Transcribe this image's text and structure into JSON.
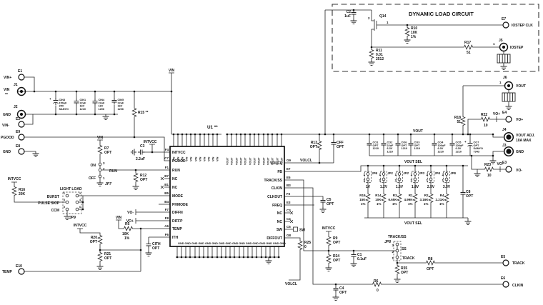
{
  "dyn": {
    "title": "DYNAMIC LOAD CIRCUIT",
    "c2": "C2",
    "c2v": "1uF",
    "q14": "Q14",
    "p1": "1",
    "p2": "2",
    "r10": "R10",
    "r10v": "10K",
    "r11": "R11",
    "r11v": "0.01",
    "r11s": "2512",
    "r17": "R17",
    "r17v": "51",
    "e7": "E7",
    "e7l": "IOSTEP CLK",
    "j5": "J5",
    "j5l": "IOSTEP"
  },
  "in": {
    "e1": "E1",
    "e1l": "VIN+",
    "j1": "J1",
    "j1l": "VIN",
    "note": "**",
    "j2": "J2",
    "j2l": "GND",
    "e2": "E2",
    "e2l": "VIN-",
    "e9": "E9",
    "e9l": "PGOOD",
    "e8": "E8",
    "e8l": "GND",
    "plus": "+",
    "cin3": [
      "CIN3",
      "150uF",
      "25V",
      "SANYO"
    ],
    "cin1": [
      "CIN1",
      "22uF",
      "16V",
      "1210"
    ],
    "cin4": [
      "CIN4",
      "22uF",
      "16V",
      "1206"
    ],
    "cin5": [
      "CIN5",
      "22uF",
      "16V",
      "1206"
    ],
    "r15": "R15 **"
  },
  "net": {
    "vin": "VIN",
    "intvcc": "INTVCC",
    "vout": "VOUT",
    "voutsel": "VOUT SEL",
    "volcl": "VOLCL",
    "vop": "VO+",
    "von": "VO-"
  },
  "c": {
    "opt": "OPT",
    "pct": "1%",
    "n1": "1",
    "n2": "2",
    "n3": "3",
    "n4": "4",
    "n5": "5",
    "n6": "6"
  },
  "runc": {
    "r7": "R7",
    "on": "ON",
    "off": "OFF",
    "run": "RUN",
    "jp7": "JP7",
    "r12": "R12"
  },
  "ll": {
    "title": "LIGHT LOAD",
    "burst": "BURST",
    "ps": "PULSE SKIP",
    "ccm": "CCM",
    "jp9": "JP9",
    "r16": "R16",
    "r16v": "20K"
  },
  "c3": {
    "r": "C3",
    "v": "2.2uF"
  },
  "tmp": {
    "r20": "R20",
    "r21": "R21",
    "e10": "E10",
    "e10l": "TEMP",
    "r5": "R5",
    "r5v": "10K",
    "cith": "CITH"
  },
  "u1": {
    "ref": "U1 **",
    "vinp": "VIN",
    "voutp": "VOUT",
    "sw": "SW",
    "gndrow": "GND GND GND GND GND GND GND GND GND GND GND GND GND GND GND GND",
    "left": [
      {
        "d": "F4",
        "n": "INTVCC"
      },
      {
        "d": "C7",
        "n": "PGOOD"
      },
      {
        "d": "F1",
        "n": "RUN"
      },
      {
        "d": "B7",
        "n": "NC"
      },
      {
        "d": "B1",
        "n": "NC"
      },
      {
        "d": "B5",
        "n": "MODE"
      },
      {
        "d": "B4",
        "n": "PHMODE"
      },
      {
        "d": "F7",
        "n": "DIFFN"
      },
      {
        "d": "F8",
        "n": "DIFFP"
      },
      {
        "d": "A6",
        "n": "TEMP"
      },
      {
        "d": "F6",
        "n": "ITH"
      }
    ],
    "right": [
      {
        "d": "G9",
        "n": "VOLCL"
      },
      {
        "d": "E7",
        "n": "FB"
      },
      {
        "d": "E5",
        "n": "TRACK/SS"
      },
      {
        "d": "B3",
        "n": "CLKIN"
      },
      {
        "d": "F2",
        "n": "CLKOUT"
      },
      {
        "d": "E3",
        "n": "FREQ"
      },
      {
        "d": "C3",
        "n": "NC"
      },
      {
        "d": "C4",
        "n": "NC"
      },
      {
        "d": "C5",
        "n": "SW"
      },
      {
        "d": "G8",
        "n": "DIFFOUT"
      }
    ]
  },
  "mid": {
    "r25": "R25",
    "r25v": "0",
    "c5": "C5",
    "c4": "C4",
    "c1": "C1",
    "c1v": "0.1uF",
    "r9": "R9",
    "r24": "R24",
    "r6": "R6",
    "r6v": "0"
  },
  "trk": {
    "title": "TRACK/SS",
    "jp8": "JP8",
    "ss": "SS",
    "track": "TRACK",
    "r35": "R35",
    "r8": "R8",
    "e5": "E5",
    "e5l": "TRACK",
    "e6": "E6",
    "e6l": "CLKIN"
  },
  "out": {
    "caps": [
      [
        "CO1",
        "OPT",
        "1210"
      ],
      [
        "CO2",
        "22uF",
        "6.3V",
        "1210"
      ],
      [
        "CO6",
        "OPT",
        "1210"
      ],
      [
        "CO3",
        "OPT",
        "1210"
      ],
      [
        "CO4",
        "100uF",
        "6.3V",
        "1210"
      ],
      [
        "CO5",
        "100uF",
        "6.3V",
        "1210"
      ],
      [
        "CO7",
        "OPT",
        "SANYO",
        "7343"
      ]
    ],
    "r18": "R18",
    "r18v": "51",
    "j6": "J6",
    "j6l": "VOUT",
    "r22": "R22",
    "r22v": "10",
    "e4": "E4",
    "e4l": "VO+",
    "j4": "J4",
    "j4l1": "VOUT ADJ.",
    "j4l2": "10A MAX",
    "j3": "J3",
    "j3l": "GND",
    "r23": "R23",
    "r23v": "10",
    "e3": "E3",
    "e3l": "VO-",
    "r13": "R13",
    "cff": "CFF",
    "c8": "C8"
  },
  "vs": {
    "j": [
      {
        "jp": "JP6",
        "v": "1V",
        "r": "R19",
        "rv": "15K"
      },
      {
        "jp": "JP1",
        "v": "1.2V",
        "r": "R14",
        "rv": "10K"
      },
      {
        "jp": "JP2",
        "v": "1.5V",
        "r": "R3",
        "rv": "6.65K"
      },
      {
        "jp": "JP3",
        "v": "1.8V",
        "r": "R1",
        "rv": "4.99K"
      },
      {
        "jp": "JP4",
        "v": "2.5V",
        "r": "R2",
        "rv": "3.16K"
      },
      {
        "jp": "JP5",
        "v": "3.3V",
        "r": "R4",
        "rv": "2.21K"
      }
    ]
  }
}
